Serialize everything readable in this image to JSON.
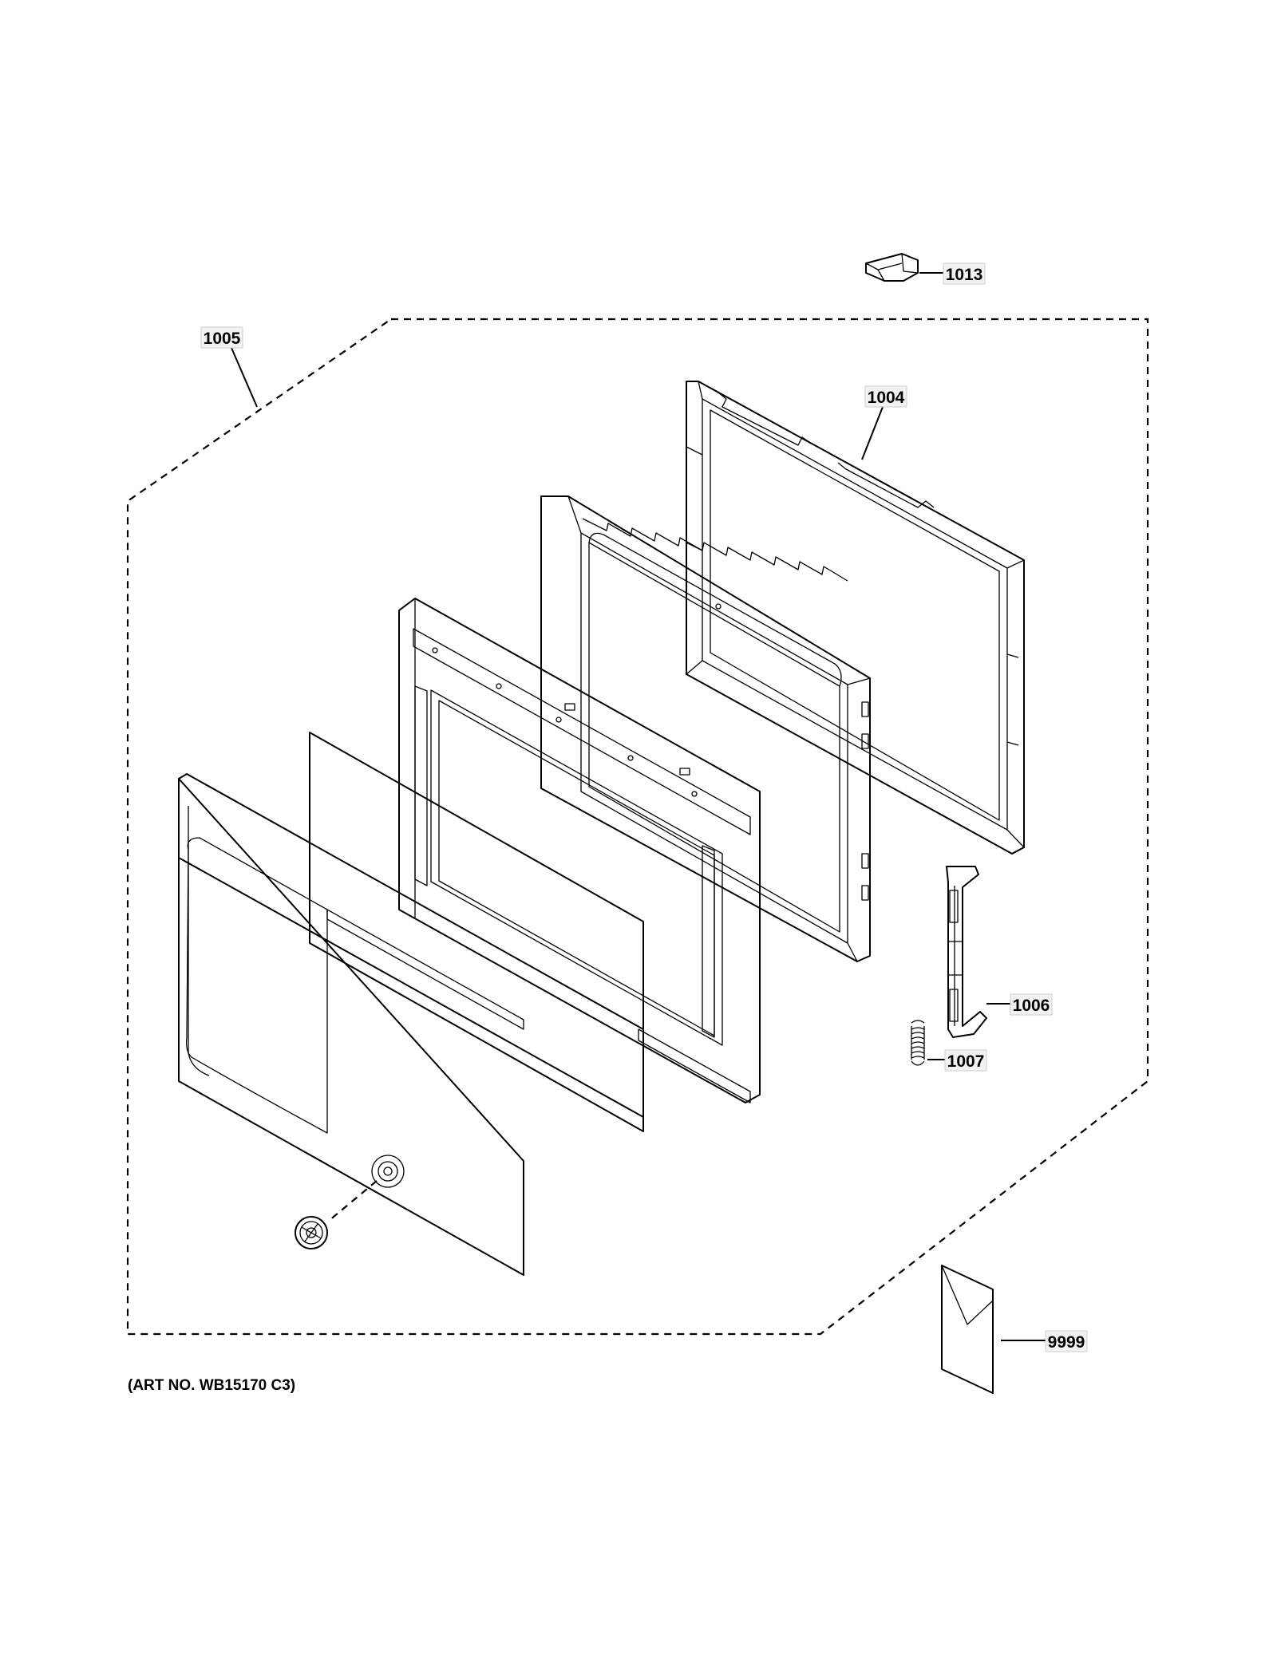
{
  "callouts": {
    "c1013": "1013",
    "c1005": "1005",
    "c1004": "1004",
    "c1006": "1006",
    "c1007": "1007",
    "c9999": "9999"
  },
  "art_number": "(ART NO. WB15170 C3)",
  "colors": {
    "line": "#000000",
    "callout_fill": "#f2f2f2",
    "background": "#ffffff"
  }
}
